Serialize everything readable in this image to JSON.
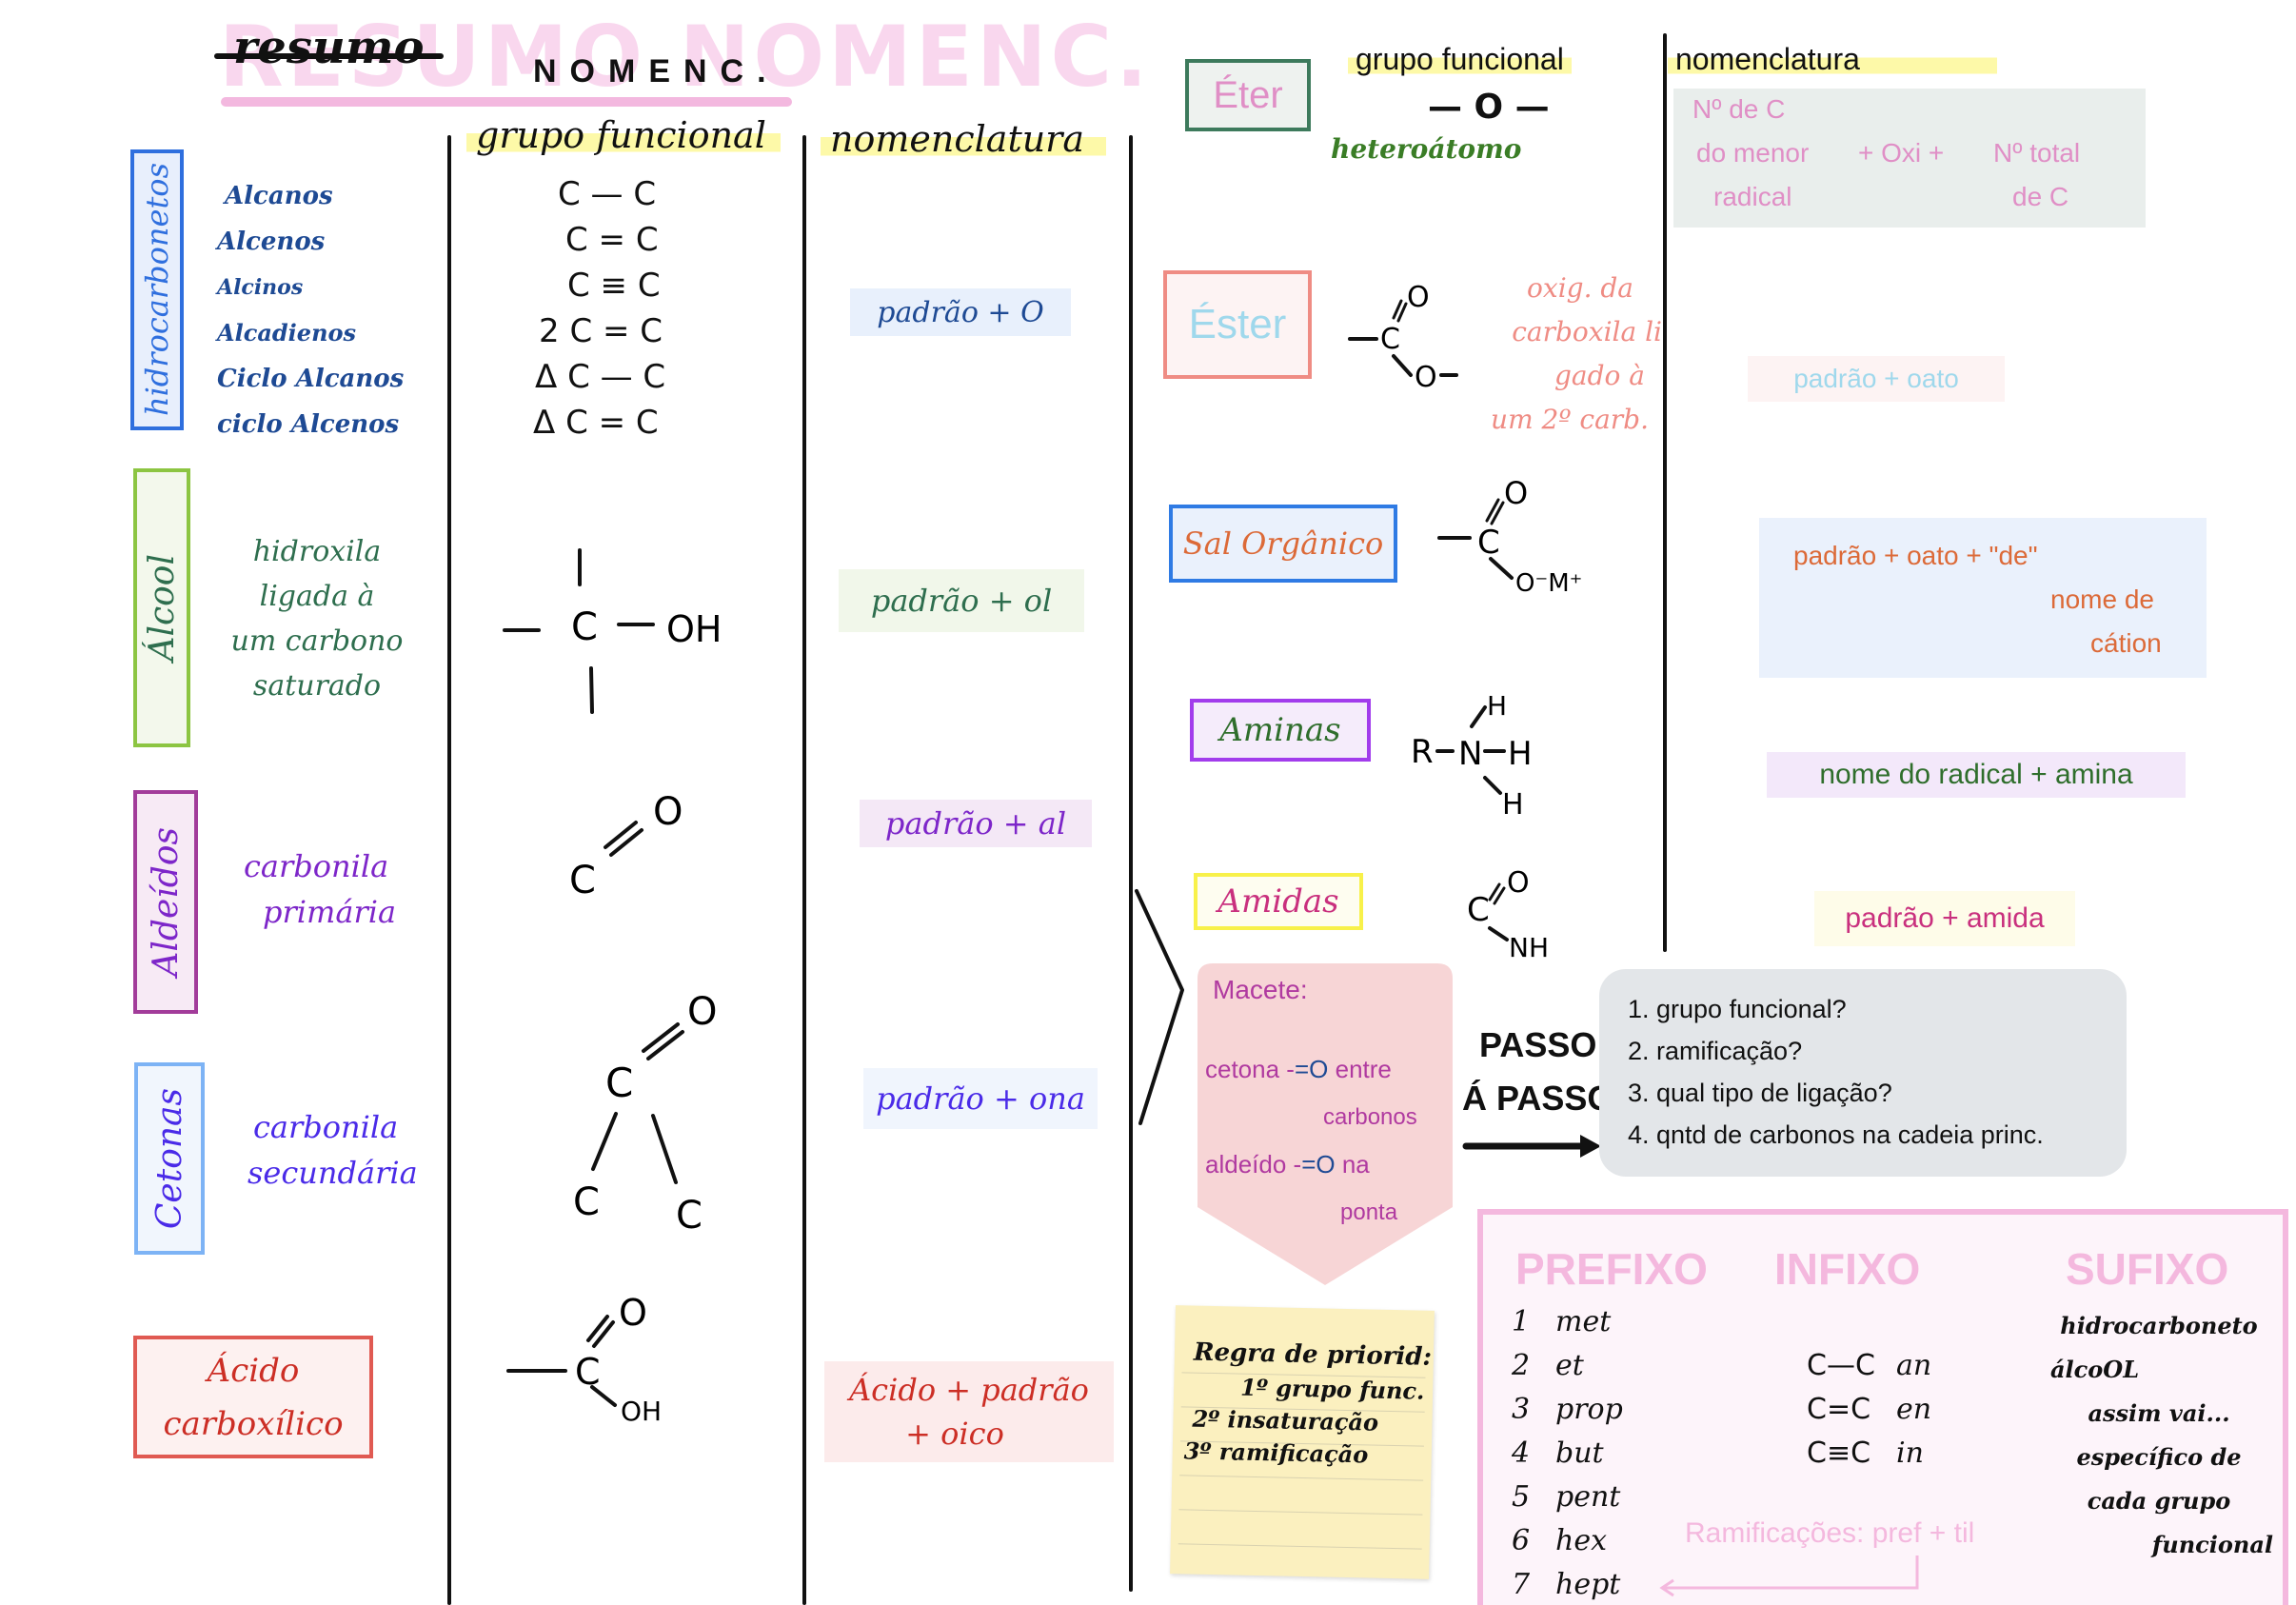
{
  "title": {
    "strike_word": "resumo",
    "main": "NOMENC.",
    "watermark": "RESUMO NOMENC."
  },
  "left_table": {
    "headers": {
      "functional_group": "grupo funcional",
      "nomenclature": "nomenclatura"
    },
    "rows": [
      {
        "id": "hidrocarbonetos",
        "label": "hidrocarbonetos",
        "color": "#2f6fde",
        "bg": "#e8effc",
        "items": [
          "Alcanos",
          "Alcenos",
          "Alcinos",
          "Alcadienos",
          "Ciclo Alcanos",
          "ciclo Alcenos"
        ],
        "formulas": [
          "C — C",
          "C = C",
          "C ≡ C",
          "2 C = C",
          "Δ C — C",
          "Δ C = C"
        ],
        "nomenclature": "padrão + O",
        "nom_color": "#1e4a94",
        "nom_bg": "#e8f0fc"
      },
      {
        "id": "alcool",
        "label": "Álcool",
        "color": "#8cc542",
        "bg": "#f3f8ec",
        "description": [
          "hidroxila",
          "ligada à",
          "um carbono",
          "saturado"
        ],
        "desc_color": "#2e6e4e",
        "formula": {
          "center": "C",
          "right": "OH"
        },
        "nomenclature": "padrão + ol",
        "nom_color": "#2e6e4e",
        "nom_bg": "#f1f7ea"
      },
      {
        "id": "aldeidos",
        "label": "Aldeídos",
        "color": "#a23c9a",
        "bg": "#f7eaf5",
        "description": [
          "carbonila",
          "primária"
        ],
        "desc_color": "#7d26c9",
        "formula": {
          "c": "C",
          "o": "O"
        },
        "nomenclature": "padrão + al",
        "nom_color": "#7d26c9",
        "nom_bg": "#f4e8f6"
      },
      {
        "id": "cetonas",
        "label": "Cetonas",
        "color": "#7db3f5",
        "bg": "#f1f6fd",
        "description": [
          "carbonila",
          "secundária"
        ],
        "desc_color": "#4a2be8",
        "formula": {
          "c": "C",
          "o": "O",
          "c_left": "C",
          "c_right": "C"
        },
        "nomenclature": "padrão + ona",
        "nom_color": "#4a2be8",
        "nom_bg": "#f0f5fd"
      },
      {
        "id": "acido-carboxilico",
        "label": "Ácido carboxílico",
        "color": "#e05a52",
        "bg": "#fdf1f0",
        "formula": {
          "c": "C",
          "o": "O",
          "oh": "OH"
        },
        "nomenclature": [
          "Ácido + padrão",
          "+ oico"
        ],
        "nom_color": "#cc2e25",
        "nom_bg": "#fcebeb"
      }
    ]
  },
  "right_table": {
    "headers": {
      "functional_group": "grupo funcional",
      "nomenclature": "nomenclatura"
    },
    "rows": [
      {
        "id": "eter",
        "label": "Éter",
        "label_color": "#e08fc6",
        "border": "#3d7a5c",
        "bg": "#eef2ef",
        "formula": "— O —",
        "note": "heteroátomo",
        "note_color": "#3a7d26",
        "nomenclature": [
          "Nº de C",
          "do menor",
          "+ Oxi +",
          "Nº total",
          "radical",
          "de C"
        ],
        "nom_color": "#e08fc6",
        "nom_bg": "#e9eeec"
      },
      {
        "id": "ester",
        "label": "Éster",
        "label_color": "#9fd8ec",
        "border": "#ef8c84",
        "bg": "#fdf3f3",
        "formula": {
          "c": "C",
          "o_top": "O",
          "o_bottom": "O"
        },
        "note": [
          "oxig. da",
          "carboxila li",
          "gado à",
          "um 2º carb."
        ],
        "note_color": "#ef8c84",
        "nomenclature": "padrão + oato",
        "nom_color": "#9fd8ec",
        "nom_bg": "#fdf3f3"
      },
      {
        "id": "sal-organico",
        "label": "Sal Orgânico",
        "label_color": "#dc6a38",
        "border": "#2f7be4",
        "bg": "#eaf1fc",
        "formula": {
          "c": "C",
          "o_top": "O",
          "o_bottom": "O⁻M⁺"
        },
        "nomenclature": [
          "padrão + oato + \"de\"",
          "nome de",
          "cátion"
        ],
        "nom_color": "#dc6a38",
        "nom_bg": "#eaf1fc"
      },
      {
        "id": "aminas",
        "label": "Aminas",
        "label_color": "#2f6e2c",
        "border": "#a23cec",
        "bg": "#f5ecfb",
        "formula": {
          "r": "R",
          "n": "N",
          "h1": "H",
          "h2": "H",
          "h3": "H"
        },
        "nomenclature": "nome do radical + amina",
        "nom_color": "#2f6e2c",
        "nom_bg": "#f3e8fa"
      },
      {
        "id": "amidas",
        "label": "Amidas",
        "label_color": "#c9307e",
        "border": "#f8f14a",
        "bg": "#fefdf0",
        "formula": {
          "c": "C",
          "o": "O",
          "nh": "NH"
        },
        "nomenclature": "padrão + amida",
        "nom_color": "#c9307e",
        "nom_bg": "#fefce9"
      }
    ]
  },
  "macete": {
    "title": "Macete:",
    "lines": [
      {
        "prefix": "cetona -",
        "bond": "=O",
        "suffix": "entre",
        "suffix2": "carbonos"
      },
      {
        "prefix": "aldeído -",
        "bond": "=O",
        "suffix": "na",
        "suffix2": "ponta"
      }
    ],
    "color": "#b03aa0",
    "bond_color": "#1e4a94",
    "bg": "#f7d5d6"
  },
  "passo": {
    "title_line1": "PASSO",
    "title_line2": "Á PASSO",
    "steps": [
      "1. grupo funcional?",
      "2. ramificação?",
      "3. qual tipo de ligação?",
      "4. qntd de carbonos na cadeia princ."
    ],
    "bg": "#e3e6e9"
  },
  "sticky_note": {
    "title": "Regra de priorid:",
    "lines": [
      "1º grupo func.",
      "2º insaturação",
      "3º ramificação"
    ],
    "bg": "#fbf0bf"
  },
  "affixes": {
    "headers": {
      "prefix": "PREFIXO",
      "infix": "INFIXO",
      "suffix": "SUFIXO"
    },
    "prefixes": [
      {
        "n": "1",
        "p": "met"
      },
      {
        "n": "2",
        "p": "et"
      },
      {
        "n": "3",
        "p": "prop"
      },
      {
        "n": "4",
        "p": "but"
      },
      {
        "n": "5",
        "p": "pent"
      },
      {
        "n": "6",
        "p": "hex"
      },
      {
        "n": "7",
        "p": "hept"
      }
    ],
    "infixes": [
      {
        "bond": "C—C",
        "infix": "an"
      },
      {
        "bond": "C=C",
        "infix": "en"
      },
      {
        "bond": "C≡C",
        "infix": "in"
      }
    ],
    "suffixes": [
      "hidrocarboneto",
      "álcoOL",
      "assim vai...",
      "específico de",
      "cada grupo",
      "funcional"
    ],
    "ramificacoes_note": "Ramificações: pref + til",
    "accent": "#f4b8de",
    "bg": "#fdf4fa"
  }
}
